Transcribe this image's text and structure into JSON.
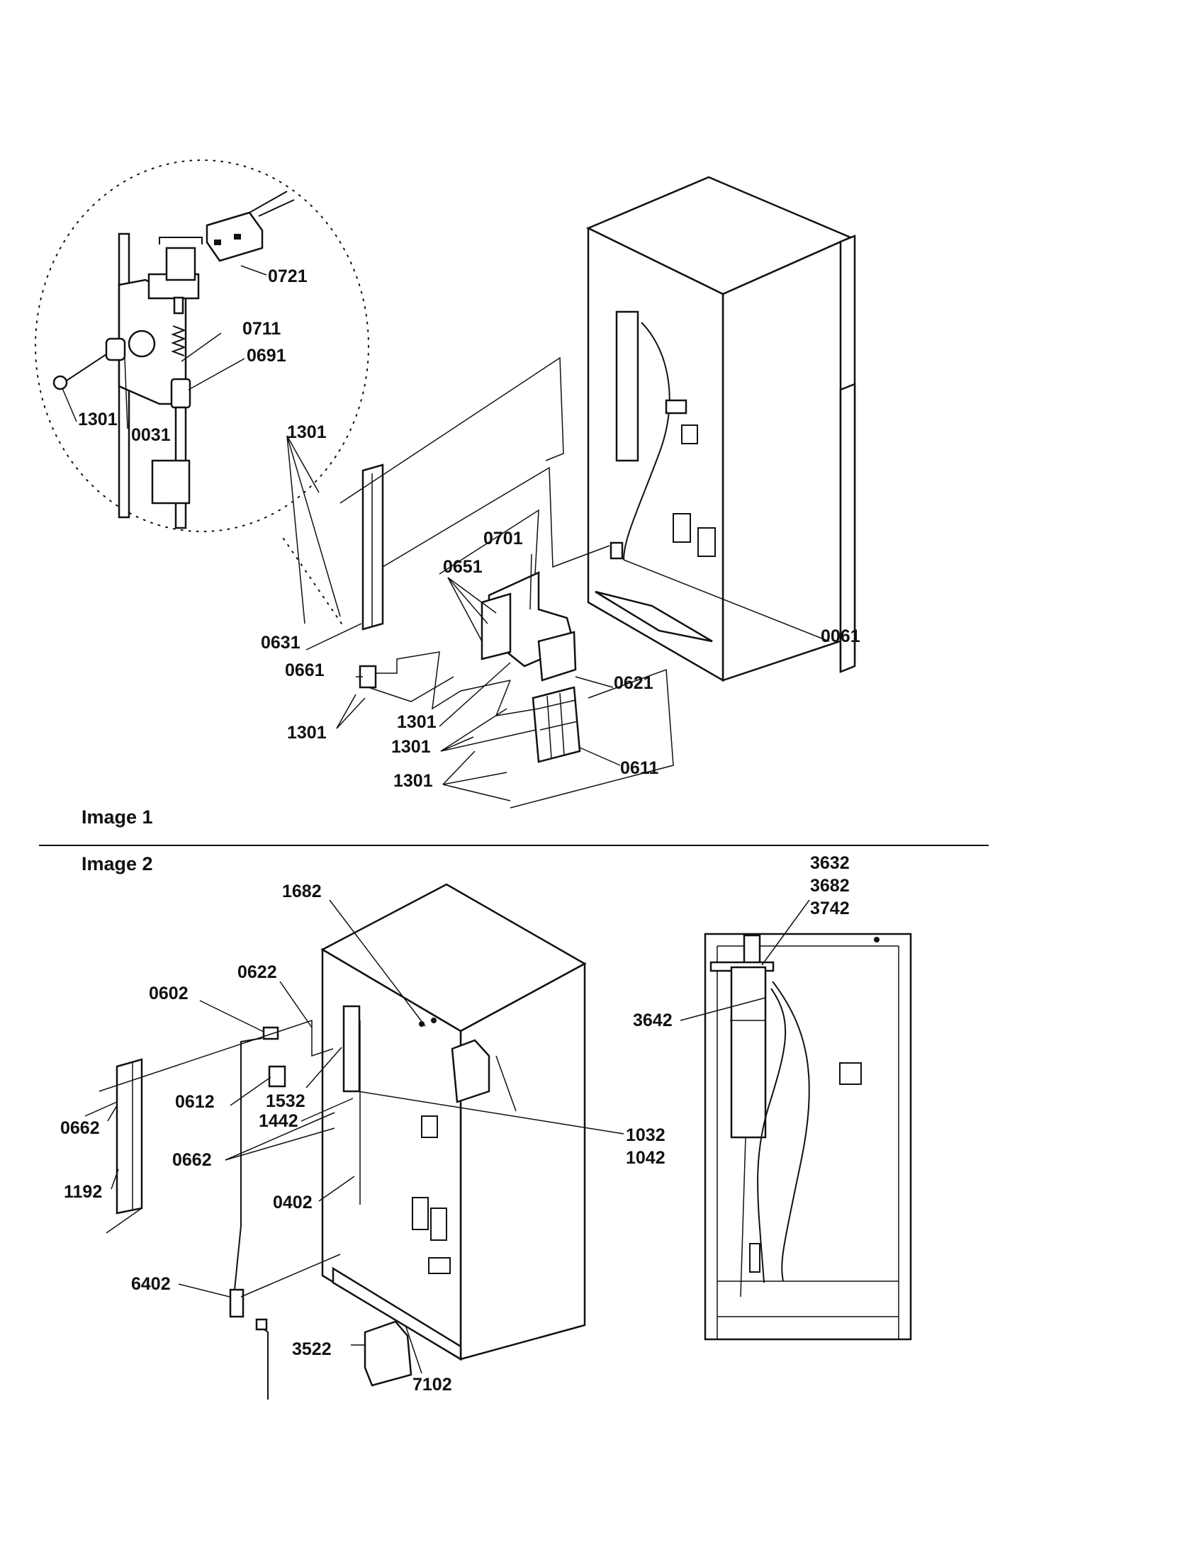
{
  "captions": {
    "image1": "Image 1",
    "image2": "Image 2"
  },
  "image1": {
    "callouts": {
      "c0721": "0721",
      "c0711": "0711",
      "c0691": "0691",
      "c1301_detail": "1301",
      "c0031": "0031",
      "c1301_top": "1301",
      "c0701": "0701",
      "c0651": "0651",
      "c0061": "0061",
      "c0631": "0631",
      "c0661": "0661",
      "c0621": "0621",
      "c1301_left": "1301",
      "c1301_mid_a": "1301",
      "c1301_mid_b": "1301",
      "c0611": "0611",
      "c1301_bottom": "1301"
    }
  },
  "image2": {
    "callouts": {
      "c1682": "1682",
      "c0602": "0602",
      "c0622": "0622",
      "c0662_top": "0662",
      "c0612": "0612",
      "c1532": "1532",
      "c1442": "1442",
      "c1032": "1032",
      "c1042": "1042",
      "c0662_mid": "0662",
      "c1192": "1192",
      "c0402": "0402",
      "c6402": "6402",
      "c3522": "3522",
      "c7102": "7102",
      "c3632": "3632",
      "c3682": "3682",
      "c3742": "3742",
      "c3642": "3642"
    }
  }
}
